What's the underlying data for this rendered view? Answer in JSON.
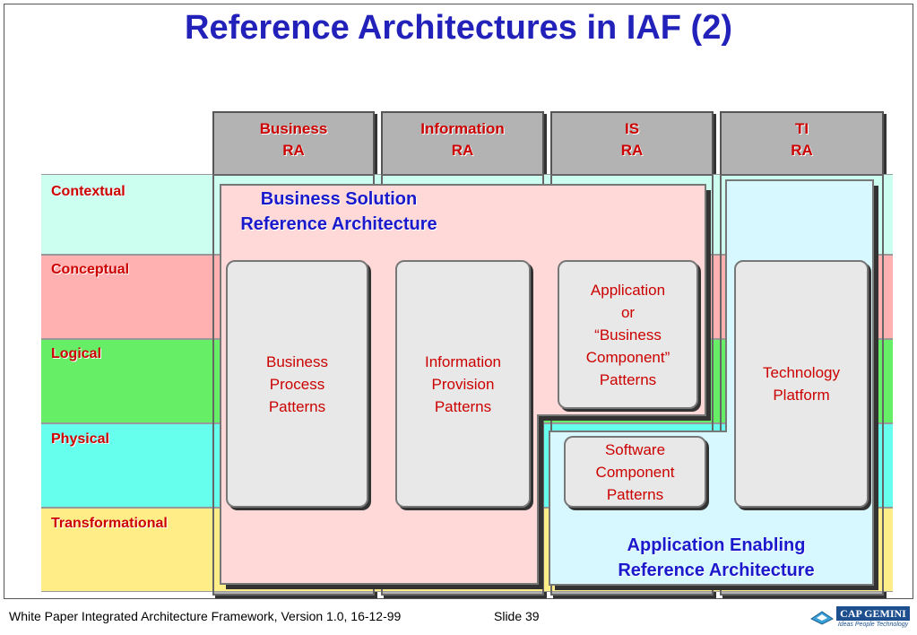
{
  "title": "Reference Architectures in IAF (2)",
  "columns": [
    {
      "line1": "Business",
      "line2": "RA"
    },
    {
      "line1": "Information",
      "line2": "RA"
    },
    {
      "line1": "IS",
      "line2": "RA"
    },
    {
      "line1": "TI",
      "line2": "RA"
    }
  ],
  "rows": [
    {
      "label": "Contextual",
      "color": "#ccfff0"
    },
    {
      "label": "Conceptual",
      "color": "#ffb0b0"
    },
    {
      "label": "Logical",
      "color": "#66ee66"
    },
    {
      "label": "Physical",
      "color": "#66ffee"
    },
    {
      "label": "Transformational",
      "color": "#ffee88"
    }
  ],
  "business_solution": {
    "label": "Business Solution\nReference Architecture",
    "color": "#ffd8d8"
  },
  "application_enabling": {
    "label": "Application Enabling\nReference Architecture",
    "color": "#d8f8ff"
  },
  "patterns": {
    "business_process": "Business\nProcess\nPatterns",
    "information_provision": "Information\nProvision\nPatterns",
    "application": "Application\nor\n“Business\nComponent”\nPatterns",
    "software_component": "Software\nComponent\nPatterns",
    "technology_platform": "Technology\nPlatform"
  },
  "footer": {
    "text": "White Paper Integrated Architecture Framework, Version 1.0, 16-12-99",
    "slide": "Slide 39"
  },
  "logo": {
    "line1": "CAP GEMINI",
    "line2": "Ideas People Technology"
  }
}
